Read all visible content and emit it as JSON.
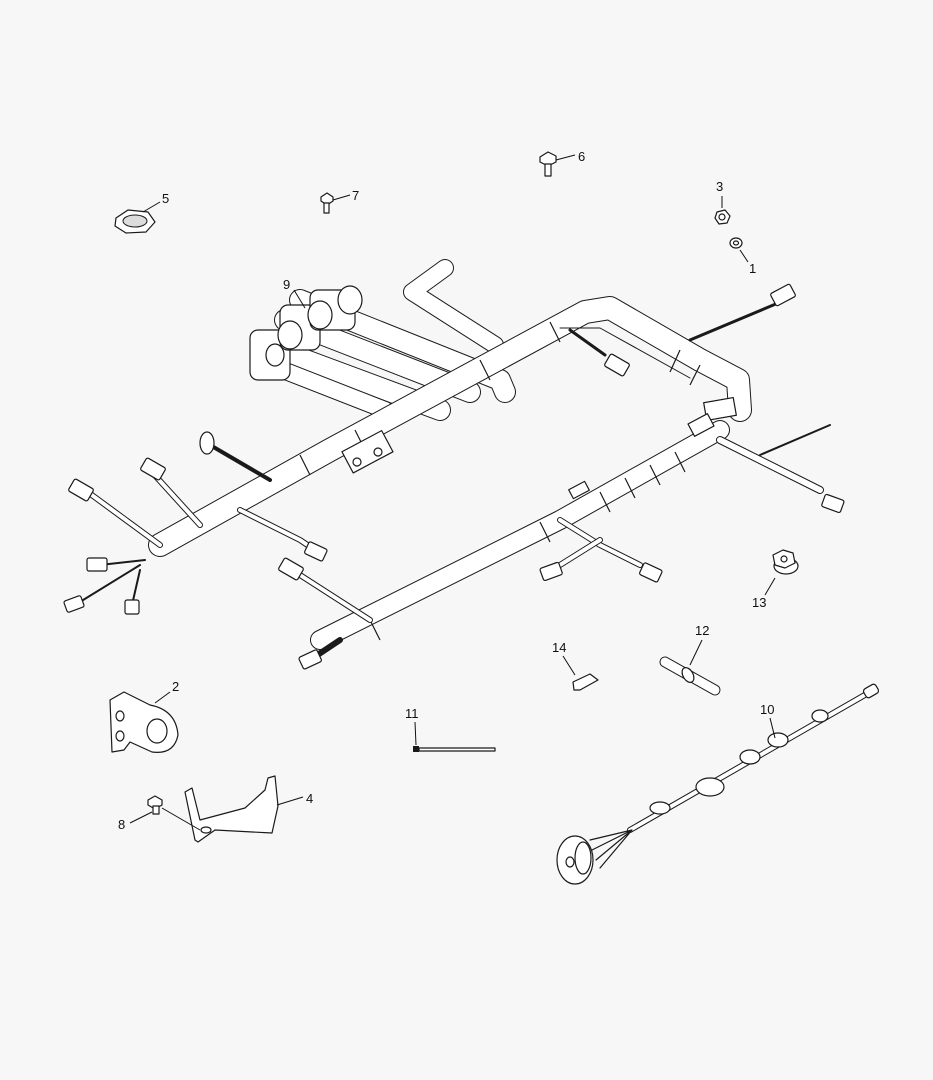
{
  "callouts": {
    "c1": "1",
    "c2": "2",
    "c3": "3",
    "c4": "4",
    "c5": "5",
    "c6": "6",
    "c7": "7",
    "c8": "8",
    "c9": "9",
    "c10": "10",
    "c11": "11",
    "c12": "12",
    "c13": "13",
    "c14": "14"
  },
  "colors": {
    "background": "#f7f7f7",
    "line": "#1a1a1a",
    "fill": "#ffffff",
    "shade": "#dcdcdc"
  }
}
